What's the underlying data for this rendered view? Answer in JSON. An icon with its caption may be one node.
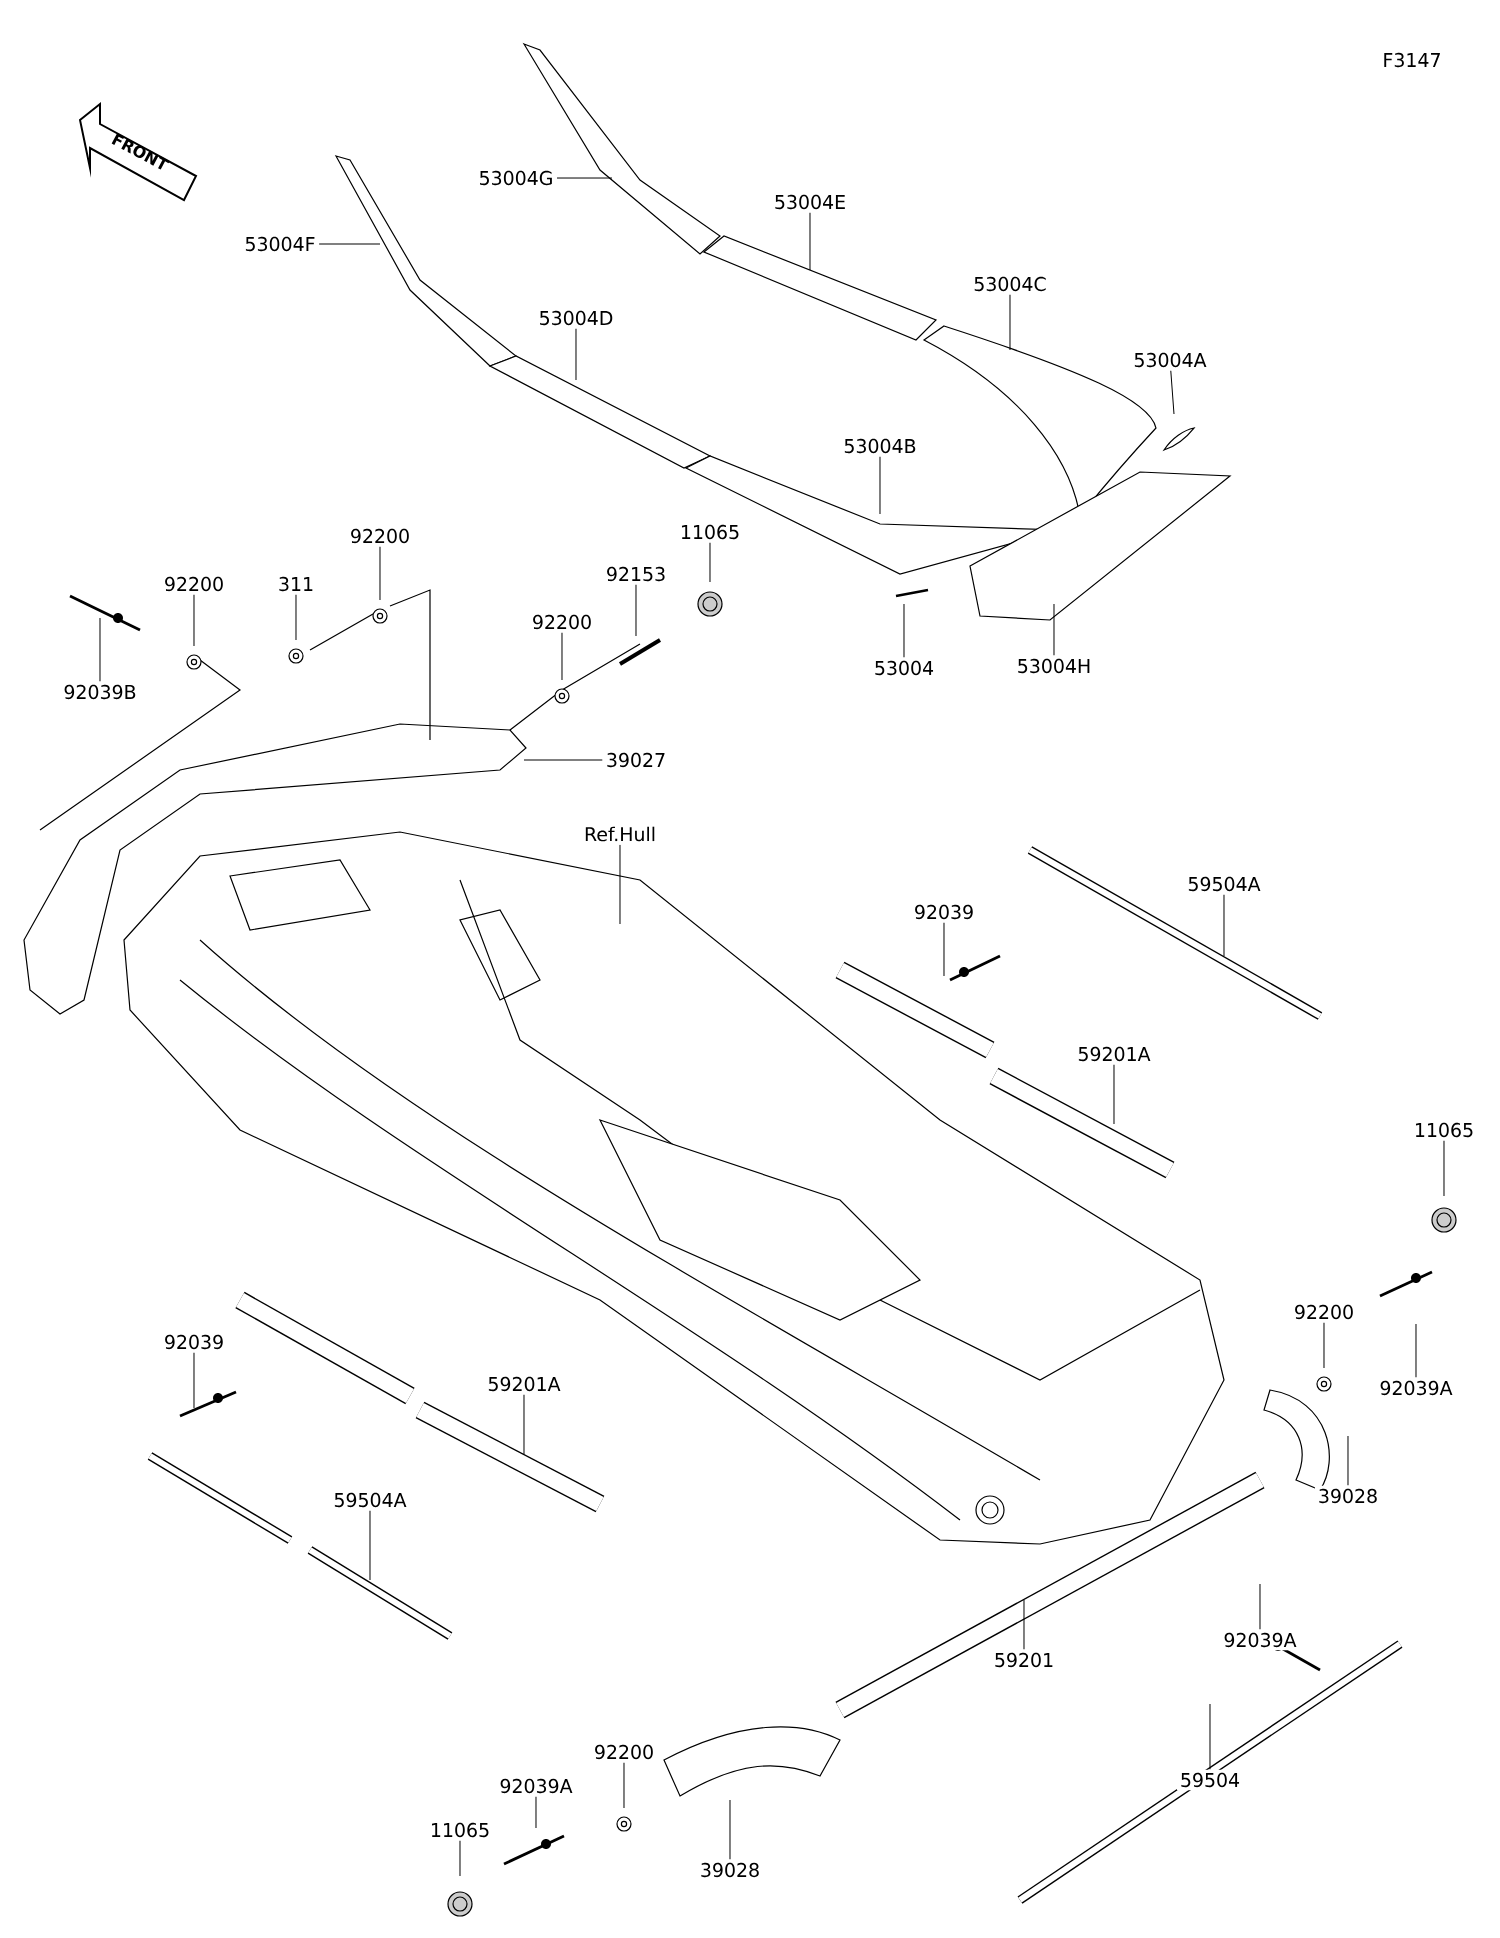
{
  "diagram": {
    "nodes": [
      {
        "text": [
          "53004G"
        ]
      },
      {
        "text": [
          "53004E"
        ]
      },
      {
        "text": [
          "53004F"
        ]
      },
      {
        "text": [
          "53004C"
        ]
      },
      {
        "text": [
          "53004D"
        ]
      },
      {
        "text": [
          "53004A"
        ]
      },
      {
        "text": [
          "53004B"
        ]
      },
      {
        "text": [
          "11065"
        ]
      },
      {
        "text": [
          "92200"
        ]
      },
      {
        "text": [
          "92153"
        ]
      },
      {
        "text": [
          "311"
        ]
      },
      {
        "text": [
          "92200"
        ]
      },
      {
        "text": [
          "92200"
        ]
      },
      {
        "text": [
          "92039B"
        ]
      },
      {
        "text": [
          "53004"
        ]
      },
      {
        "text": [
          "53004H"
        ]
      },
      {
        "text": [
          "39027"
        ]
      },
      {
        "text": [
          "Ref.Hull"
        ]
      },
      {
        "text": [
          "59504A"
        ]
      },
      {
        "text": [
          "92039"
        ]
      },
      {
        "text": [
          "59201A"
        ]
      },
      {
        "text": [
          "11065"
        ]
      },
      {
        "text": [
          "92200"
        ]
      },
      {
        "text": [
          "92039A"
        ]
      },
      {
        "text": [
          "39028"
        ]
      },
      {
        "text": [
          "92039"
        ]
      },
      {
        "text": [
          "59201A"
        ]
      },
      {
        "text": [
          "59504A"
        ]
      },
      {
        "text": [
          "92039A"
        ]
      },
      {
        "text": [
          "59201"
        ]
      },
      {
        "text": [
          "59504"
        ]
      },
      {
        "text": [
          "92200"
        ]
      },
      {
        "text": [
          "92039A"
        ]
      },
      {
        "text": [
          "11065"
        ]
      },
      {
        "text": [
          "39028"
        ]
      }
    ],
    "edges": [
      {
        "from": 0,
        "to": null,
        "arrow": "none"
      },
      {
        "from": 1,
        "to": null,
        "arrow": "none"
      },
      {
        "from": 2,
        "to": null,
        "arrow": "none"
      },
      {
        "from": 3,
        "to": null,
        "arrow": "none"
      },
      {
        "from": 4,
        "to": null,
        "arrow": "none"
      },
      {
        "from": 5,
        "to": null,
        "arrow": "none"
      },
      {
        "from": 6,
        "to": null,
        "arrow": "none"
      },
      {
        "from": 7,
        "to": null,
        "arrow": "none"
      },
      {
        "from": 8,
        "to": null,
        "arrow": "none"
      },
      {
        "from": 9,
        "to": null,
        "arrow": "none"
      },
      {
        "from": 10,
        "to": null,
        "arrow": "none"
      },
      {
        "from": 11,
        "to": null,
        "arrow": "none"
      },
      {
        "from": 12,
        "to": null,
        "arrow": "none"
      },
      {
        "from": 13,
        "to": null,
        "arrow": "none"
      },
      {
        "from": 14,
        "to": null,
        "arrow": "none"
      },
      {
        "from": 15,
        "to": null,
        "arrow": "none"
      },
      {
        "from": 16,
        "to": null,
        "arrow": "none"
      },
      {
        "from": 17,
        "to": null,
        "arrow": "none"
      },
      {
        "from": 18,
        "to": null,
        "arrow": "none"
      },
      {
        "from": 19,
        "to": null,
        "arrow": "none"
      },
      {
        "from": 20,
        "to": null,
        "arrow": "none"
      },
      {
        "from": 21,
        "to": null,
        "arrow": "none"
      },
      {
        "from": 22,
        "to": null,
        "arrow": "none"
      },
      {
        "from": 23,
        "to": null,
        "arrow": "none"
      },
      {
        "from": 24,
        "to": null,
        "arrow": "none"
      },
      {
        "from": 25,
        "to": null,
        "arrow": "none"
      },
      {
        "from": 26,
        "to": null,
        "arrow": "none"
      },
      {
        "from": 27,
        "to": null,
        "arrow": "none"
      },
      {
        "from": 28,
        "to": null,
        "arrow": "none"
      },
      {
        "from": 29,
        "to": null,
        "arrow": "none"
      },
      {
        "from": 30,
        "to": null,
        "arrow": "none"
      },
      {
        "from": 31,
        "to": null,
        "arrow": "none"
      },
      {
        "from": 32,
        "to": null,
        "arrow": "none"
      },
      {
        "from": 33,
        "to": null,
        "arrow": "none"
      },
      {
        "from": 34,
        "to": null,
        "arrow": "none"
      }
    ],
    "labels": [
      "F3147",
      "FRONT"
    ]
  }
}
